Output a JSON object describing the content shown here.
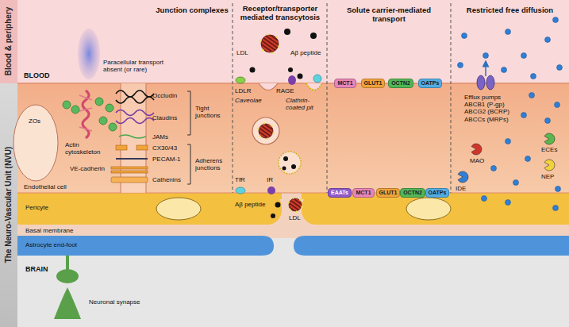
{
  "diagram": {
    "nodes": [
      {
        "text": [
          "MCT1"
        ]
      },
      {
        "text": [
          "GLUT1"
        ]
      },
      {
        "text": [
          "OCTN2"
        ]
      },
      {
        "text": [
          "OATPs"
        ]
      },
      {
        "text": [
          "EAATs"
        ]
      },
      {
        "text": [
          "MCT1"
        ]
      },
      {
        "text": [
          "GLUT1"
        ]
      },
      {
        "text": [
          "OCTN2"
        ]
      },
      {
        "text": [
          "OATPs"
        ]
      }
    ],
    "labels": [
      "Blood & periphery",
      "The Neuro-Vascular Unit (NVU)",
      "Junction complexes",
      "Receptor/transporter mediated transcytosis",
      "Solute carrier-mediated transport",
      "Restricted free diffusion",
      "BLOOD",
      "Paracellular transport absent (or rare)",
      "ZOs",
      "Actin cytoskeleton",
      "Occludin",
      "Claudins",
      "Tight junctions",
      "JAMs",
      "CX30/43",
      "Adherens junctions",
      "PECAM-1",
      "VE-cadherin",
      "Cathenins",
      "Endothelial cell",
      "LDL",
      "Aβ peptide",
      "LDLR",
      "RAGE",
      "Caveolae",
      "Clathrin-coated pit",
      "TfR",
      "IR",
      "Aβ peptide",
      "LDL",
      "Efflux pumps ABCB1 (P-gp) ABCG2 (BCRP) ABCCs (MRPs)",
      "ECEs",
      "MAO",
      "NEP",
      "IDE",
      "Pericyte",
      "Basal membrane",
      "Astrocyte end-foot",
      "BRAIN",
      "Neuronal synapse"
    ]
  }
}
